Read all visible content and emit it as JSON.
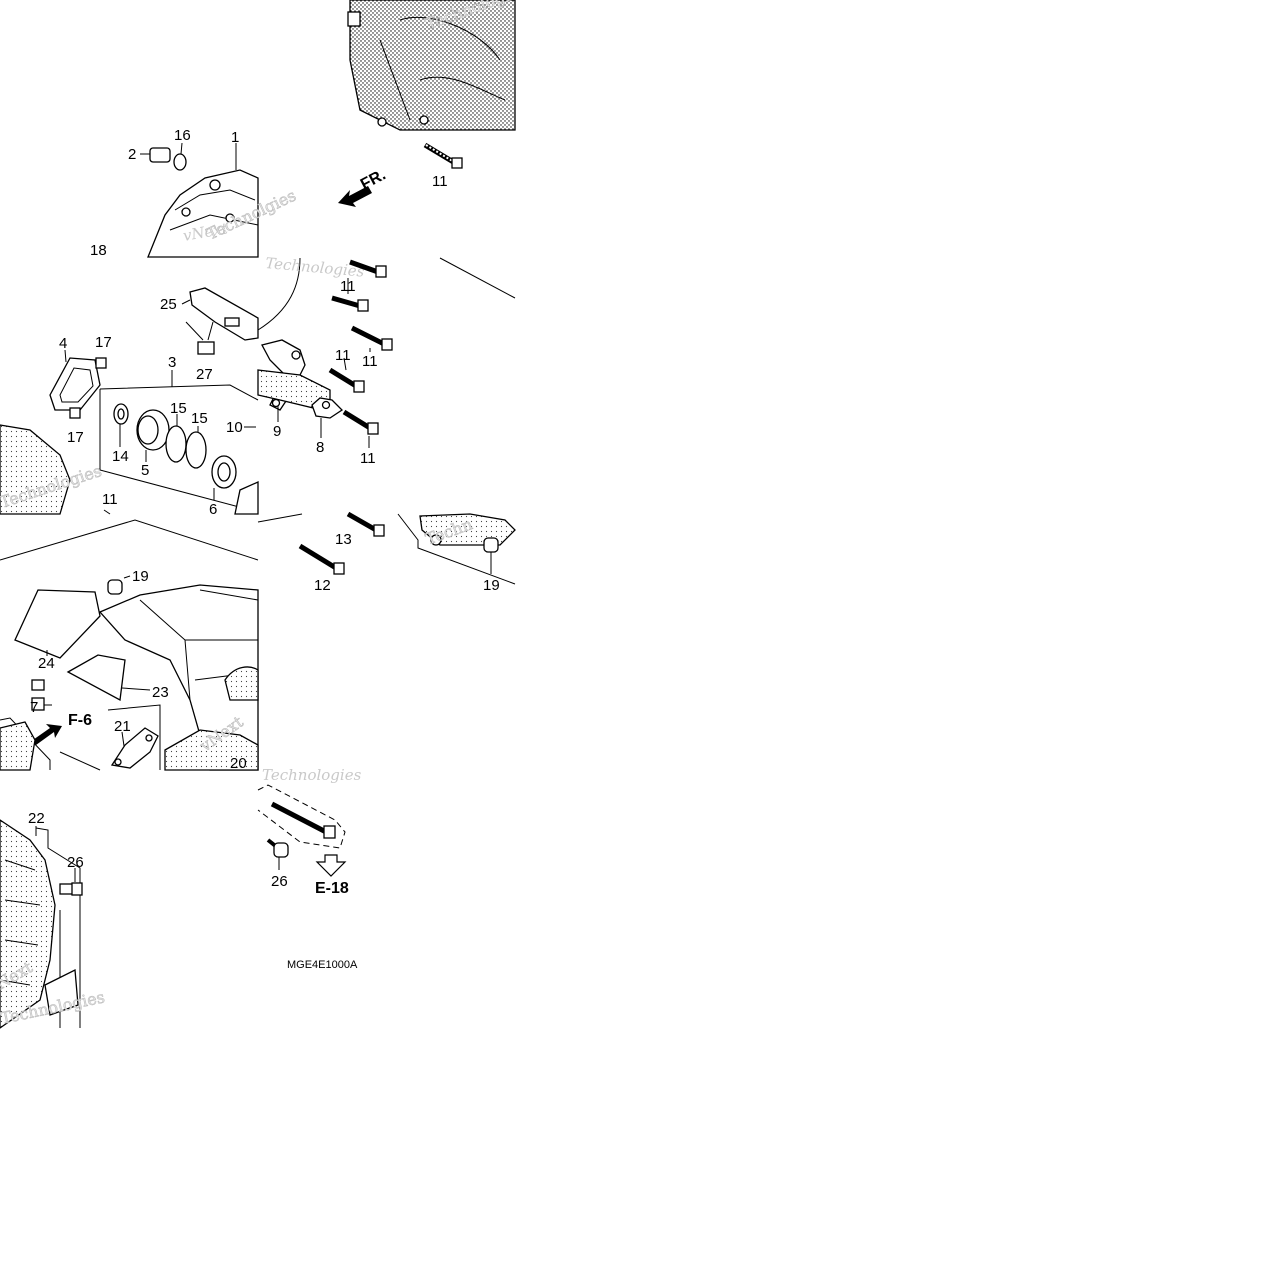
{
  "diagram": {
    "front_arrow_label": "FR.",
    "reference_f6": "F-6",
    "reference_e18": "E-18",
    "diagram_code": "MGE4E1000A",
    "watermark_lines": [
      "vNext",
      "Technologies",
      "Technologies",
      "Technologies",
      "Technolgies",
      "Techn",
      "vNext",
      "Technologies",
      "Next",
      "Technologies"
    ],
    "callouts": {
      "c1": "1",
      "c2": "2",
      "c16": "16",
      "c18": "18",
      "c11a": "11",
      "c25": "25",
      "c27": "27",
      "c4": "4",
      "c17a": "17",
      "c17b": "17",
      "c3": "3",
      "c15a": "15",
      "c15b": "15",
      "c10": "10",
      "c14": "14",
      "c5": "5",
      "c6": "6",
      "c11b": "11",
      "c11c": "11",
      "c11d": "11",
      "c11e": "11",
      "c11f": "11",
      "c9": "9",
      "c8": "8",
      "c19a": "19",
      "c24": "24",
      "c23": "23",
      "c7": "7",
      "c21": "21",
      "c20": "20",
      "c13": "13",
      "c12": "12",
      "c19b": "19",
      "c22": "22",
      "c26a": "26",
      "c26b": "26"
    }
  }
}
